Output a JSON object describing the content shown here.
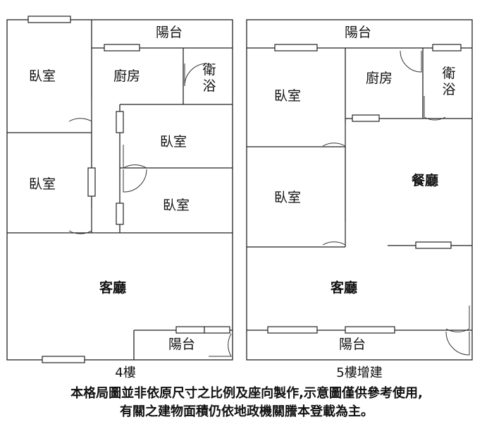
{
  "plan_4f": {
    "caption": "4樓",
    "rooms": {
      "balcony_top": "陽台",
      "bedroom_top_left": "臥室",
      "kitchen": "廚房",
      "bath": [
        "衛",
        "浴"
      ],
      "bedroom_center_upper": "臥室",
      "bedroom_left_lower": "臥室",
      "bedroom_center_lower": "臥室",
      "living_room": "客廳",
      "balcony_bottom": "陽台"
    }
  },
  "plan_5f": {
    "caption": "5樓增建",
    "rooms": {
      "balcony_top": "陽台",
      "bedroom_upper": "臥室",
      "kitchen": "廚房",
      "bath": [
        "衛",
        "浴"
      ],
      "dining_room": "餐廳",
      "bedroom_lower": "臥室",
      "living_room": "客廳",
      "balcony_bottom": "陽台"
    }
  },
  "disclaimer": {
    "line1": "本格局圖並非依原尺寸之比例及座向製作,示意圖僅供參考使用,",
    "line2": "有關之建物面積仍依地政機關謄本登載為主。"
  }
}
